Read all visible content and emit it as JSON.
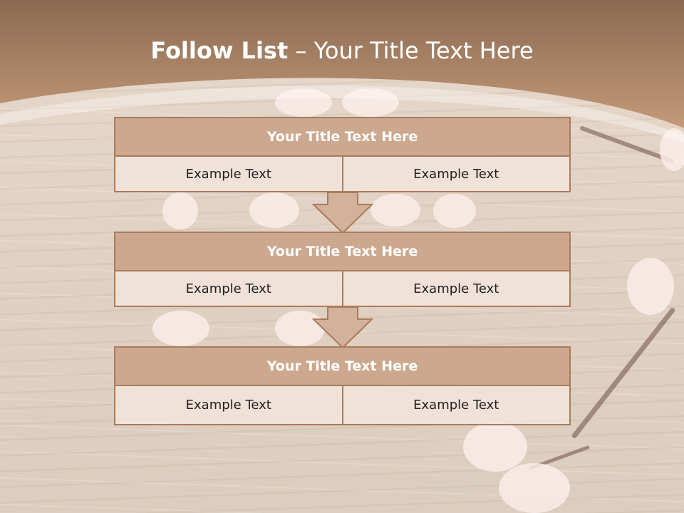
{
  "colors": {
    "header_band": "#b7876a",
    "block_head_fill": "#cca98e",
    "block_border": "#a97c5c",
    "cell_fill": "#f0e2da",
    "arrow_fill": "#d2b29a"
  },
  "slide": {
    "title_bold": "Follow List",
    "title_separator": " – ",
    "title_rest": "Your Title Text Here"
  },
  "steps": [
    {
      "title": "Your Title Text Here",
      "left": "Example Text",
      "right": "Example Text"
    },
    {
      "title": "Your Title Text Here",
      "left": "Example Text",
      "right": "Example Text"
    },
    {
      "title": "Your Title Text Here",
      "left": "Example Text",
      "right": "Example Text"
    }
  ],
  "icons": {
    "connector": "down-arrow-icon"
  }
}
